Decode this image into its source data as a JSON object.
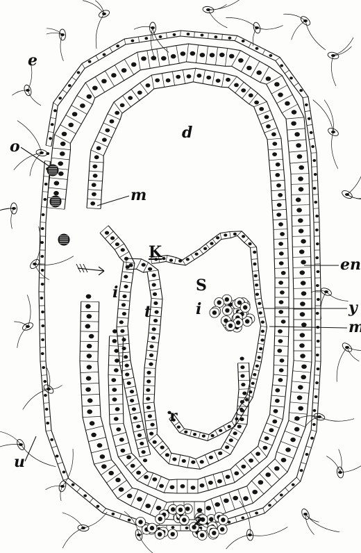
{
  "figure": {
    "labels": {
      "e": "e",
      "o": "o",
      "d": "d",
      "m_left": "m",
      "K": "K",
      "en": "en",
      "S": "S",
      "i_left": "i",
      "t": "t",
      "i_center": "i",
      "y": "y",
      "m_right": "m",
      "r": "r",
      "u": "u",
      "z": "z"
    },
    "colors": {
      "ink": "#111111",
      "nucleus": "#151515",
      "cell_fill": "#fbfbf8",
      "paper": "#fdfdfb"
    }
  }
}
